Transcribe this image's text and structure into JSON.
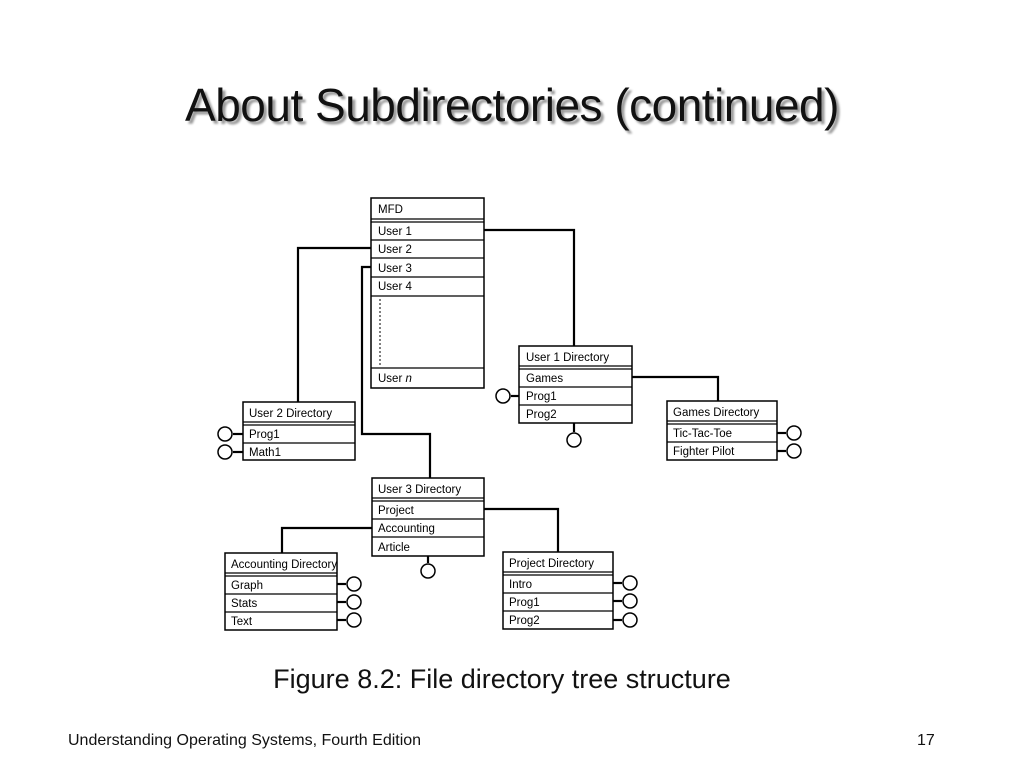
{
  "slide": {
    "title": "About Subdirectories (continued)",
    "caption": "Figure 8.2: File directory tree structure",
    "footer": "Understanding Operating Systems, Fourth Edition",
    "page_number": "17"
  },
  "diagram": {
    "mfd": {
      "header": "MFD",
      "entries": [
        "User 1",
        "User 2",
        "User 3",
        "User 4"
      ],
      "last_entry_prefix": "User ",
      "last_entry_suffix": "n"
    },
    "user1": {
      "header": "User 1 Directory",
      "entries": [
        "Games",
        "Prog1",
        "Prog2"
      ]
    },
    "user2": {
      "header": "User 2 Directory",
      "entries": [
        "Prog1",
        "Math1"
      ]
    },
    "user3": {
      "header": "User 3 Directory",
      "entries": [
        "Project",
        "Accounting",
        "Article"
      ]
    },
    "games": {
      "header": "Games Directory",
      "entries": [
        "Tic-Tac-Toe",
        "Fighter Pilot"
      ]
    },
    "accounting": {
      "header": "Accounting Directory",
      "entries": [
        "Graph",
        "Stats",
        "Text"
      ]
    },
    "project": {
      "header": "Project Directory",
      "entries": [
        "Intro",
        "Prog1",
        "Prog2"
      ]
    }
  }
}
